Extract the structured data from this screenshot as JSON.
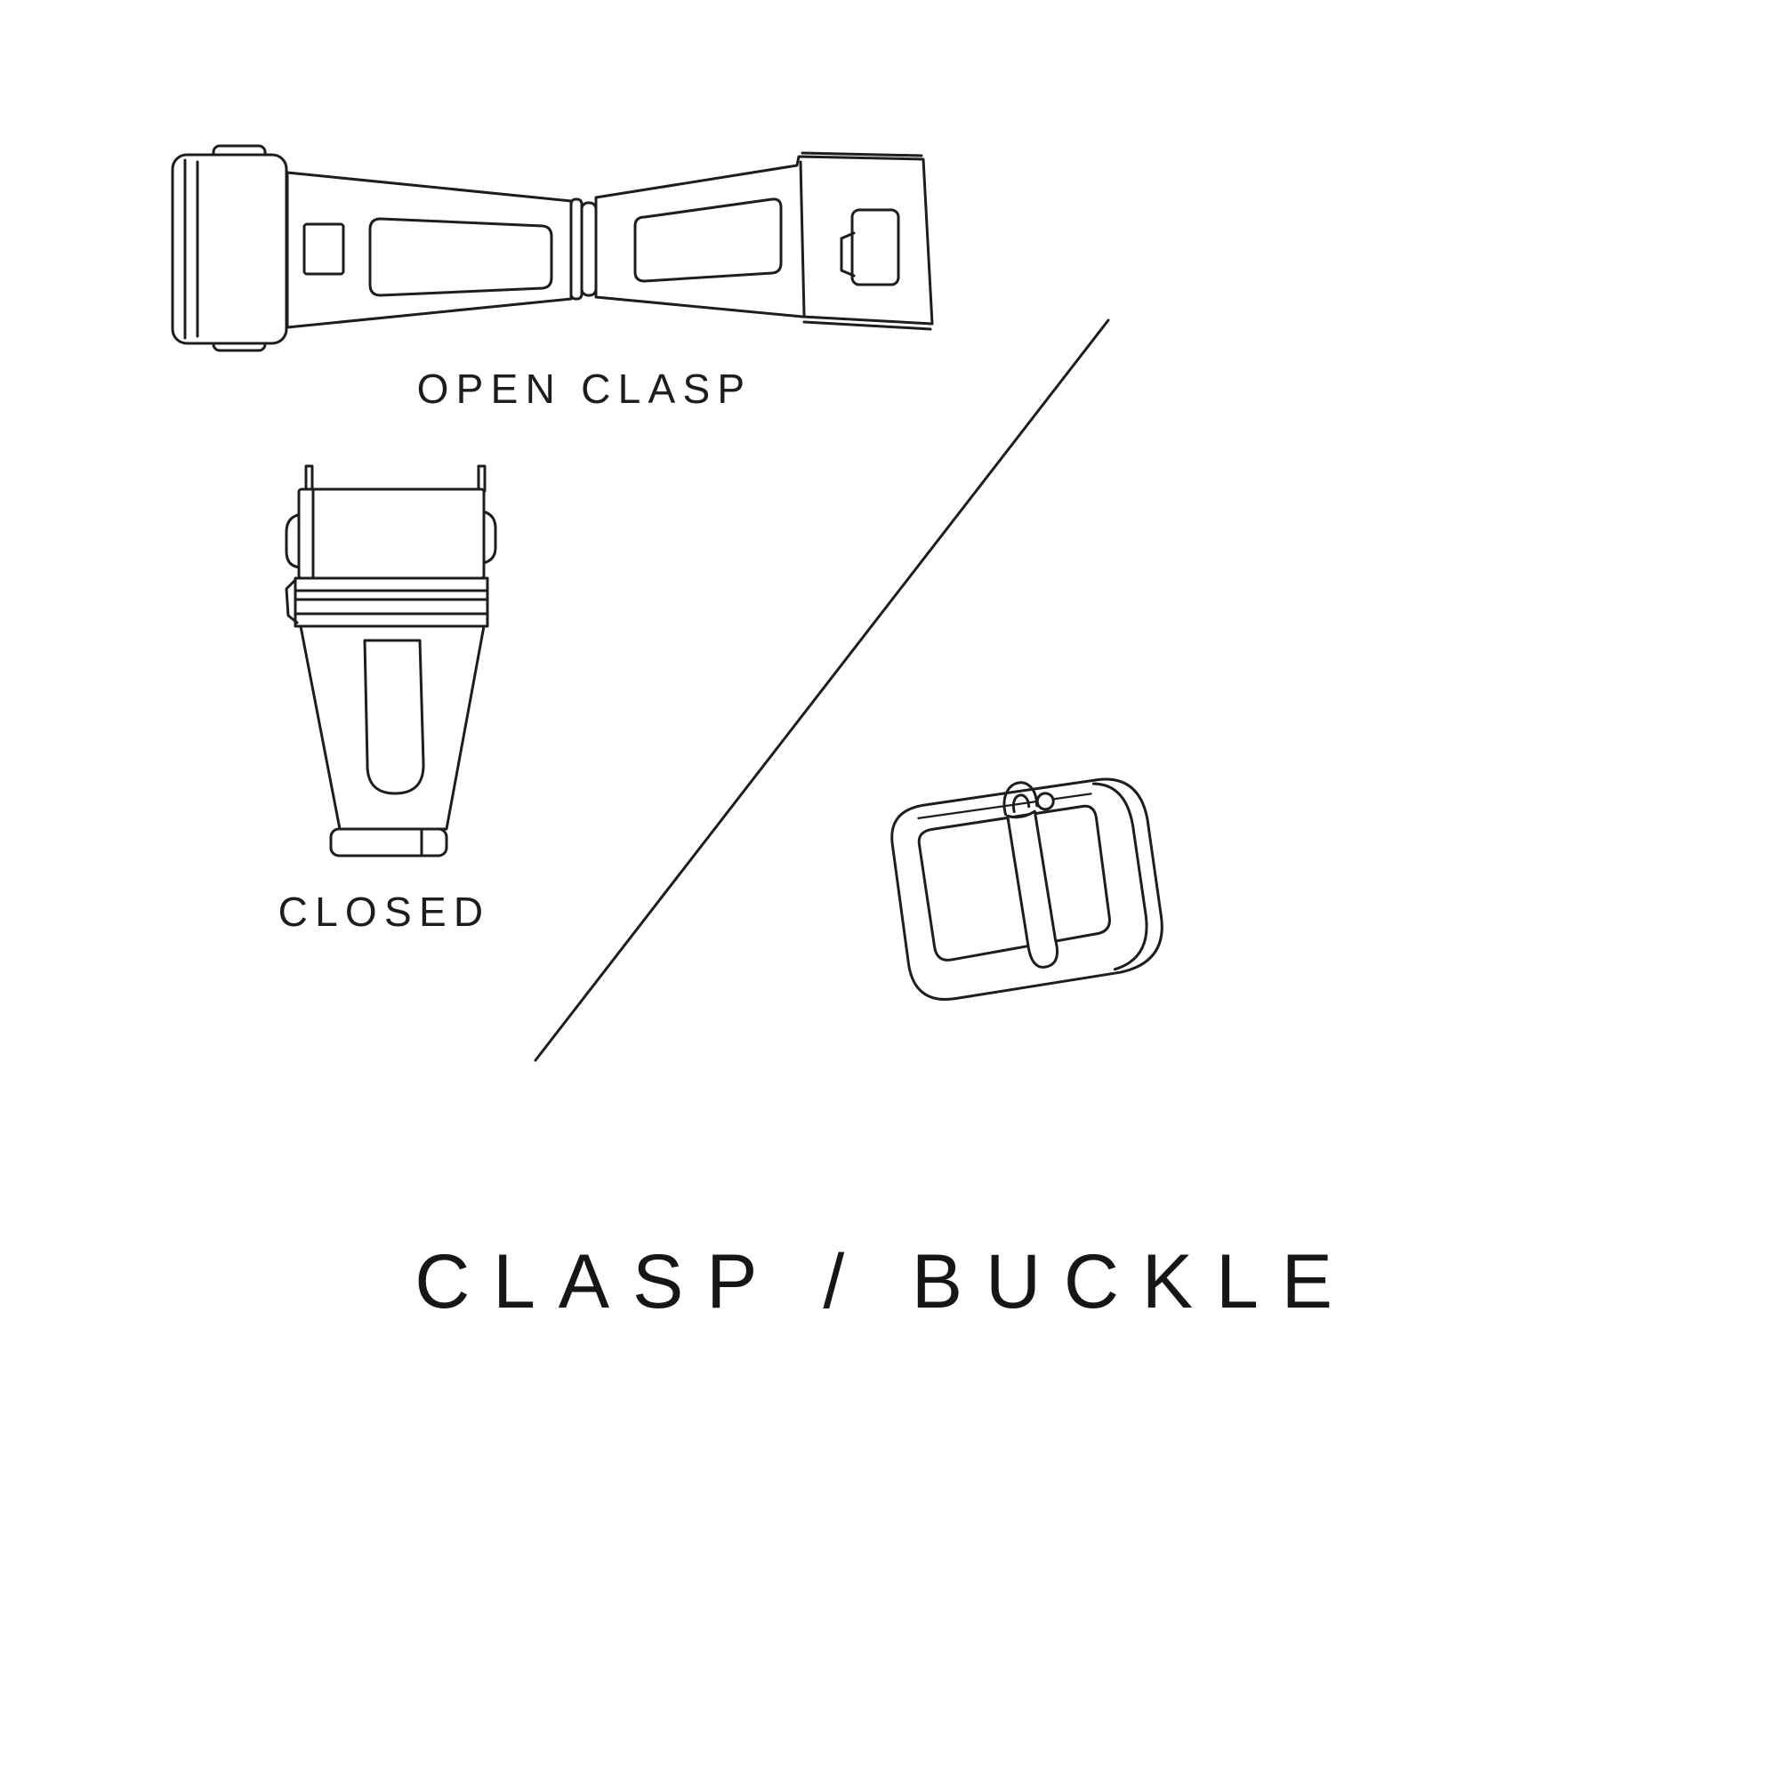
{
  "title": "CLASP / BUCKLE",
  "figures": {
    "open_clasp": {
      "label": "OPEN CLASP"
    },
    "closed_clasp": {
      "label": "CLOSED"
    },
    "tang_buckle": {
      "label": ""
    }
  },
  "colors": {
    "background": "#ffffff",
    "line": "#1d1d1d",
    "text": "#161616"
  }
}
